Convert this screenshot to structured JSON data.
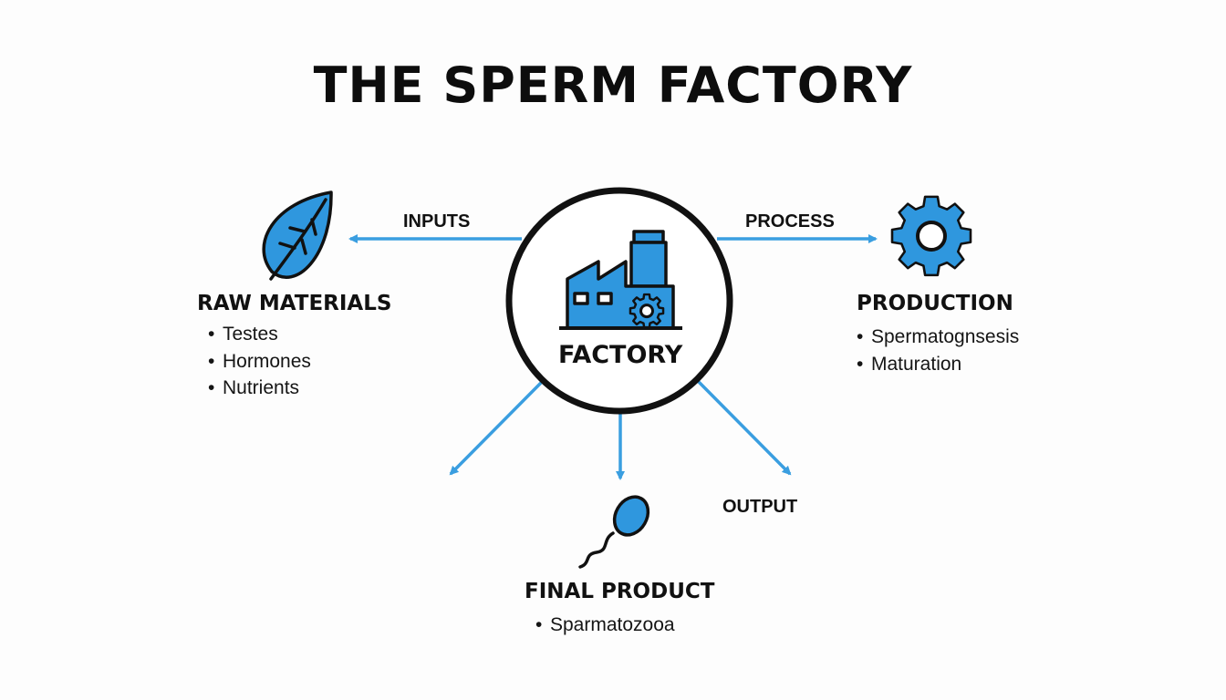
{
  "title": "THE SPERM FACTORY",
  "colors": {
    "accent": "#2f97de",
    "arrow": "#3a9ee0",
    "outline": "#111111"
  },
  "center": {
    "label": "FACTORY",
    "icon": "factory-icon"
  },
  "flow_labels": {
    "inputs": "INPUTS",
    "process": "PROCESS",
    "output": "OUTPUT"
  },
  "raw_materials": {
    "heading": "RAW MATERIALS",
    "icon": "leaf-icon",
    "items": [
      "Testes",
      "Hormones",
      "Nutrients"
    ]
  },
  "production": {
    "heading": "PRODUCTION",
    "icon": "gear-icon",
    "items": [
      "Spermatognsesis",
      "Maturation"
    ]
  },
  "final_product": {
    "heading": "FINAL PRODUCT",
    "icon": "sperm-cell-icon",
    "items": [
      "Sparmatozooa"
    ]
  }
}
